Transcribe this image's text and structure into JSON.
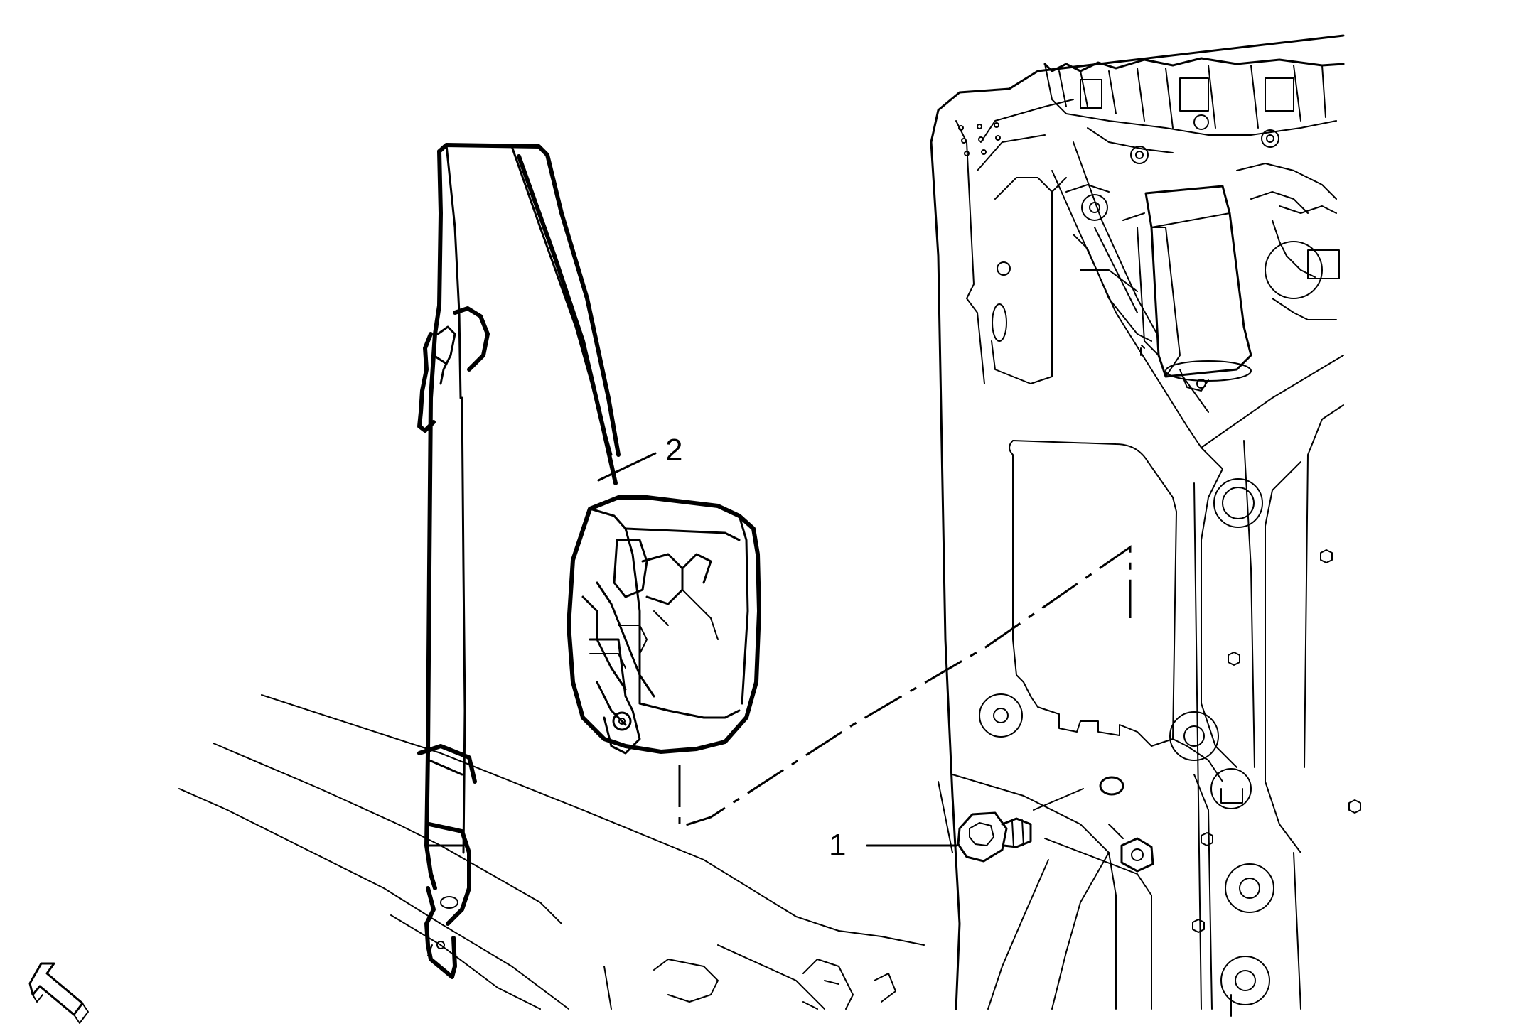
{
  "callouts": [
    {
      "id": "1",
      "text": "1"
    },
    {
      "id": "2",
      "text": "2"
    }
  ],
  "icons": {
    "direction_arrow": "front-direction-arrow-icon"
  }
}
